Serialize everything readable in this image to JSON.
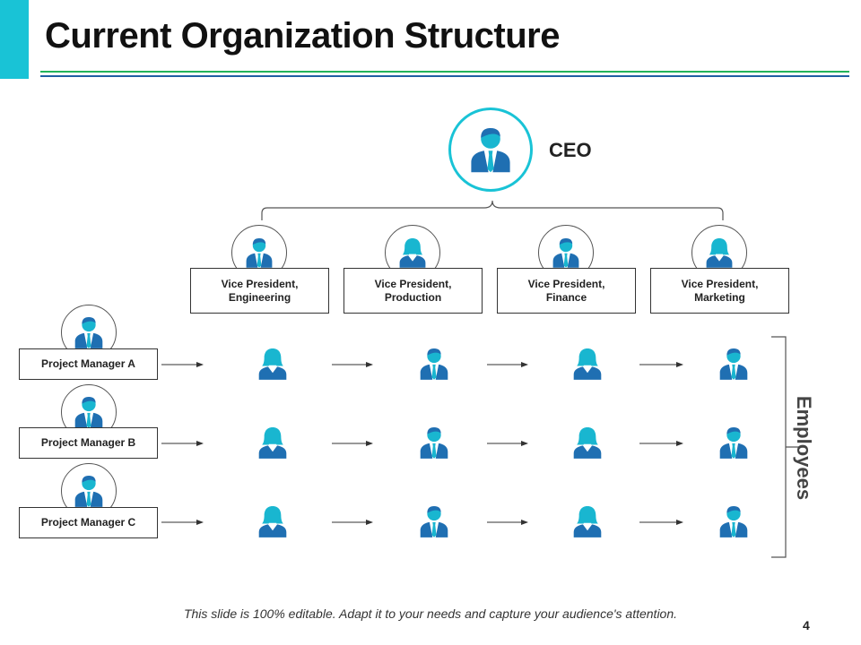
{
  "slide": {
    "title": "Current Organization Structure",
    "footer": "This slide is 100% editable. Adapt it to your needs and capture your audience's attention.",
    "page_number": "4"
  },
  "colors": {
    "accent": "#19c3d6",
    "icon_cyan": "#19b6d0",
    "icon_blue": "#1f6fb2",
    "rule_green": "#22b35a",
    "rule_blue": "#1f5fa3"
  },
  "ceo": {
    "label": "CEO",
    "icon": "male-person-icon"
  },
  "vice_presidents": [
    {
      "label": "Vice President,\nEngineering",
      "icon": "male-person-icon"
    },
    {
      "label": "Vice President,\nProduction",
      "icon": "female-person-icon"
    },
    {
      "label": "Vice President,\nFinance",
      "icon": "male-person-icon"
    },
    {
      "label": "Vice President,\nMarketing",
      "icon": "female-person-icon"
    }
  ],
  "project_managers": [
    {
      "label": "Project Manager A",
      "icon": "male-person-icon"
    },
    {
      "label": "Project Manager B",
      "icon": "male-person-icon"
    },
    {
      "label": "Project Manager C",
      "icon": "male-person-icon"
    }
  ],
  "employees": {
    "label": "Employees",
    "rows": [
      [
        "female-person-icon",
        "male-person-icon",
        "female-person-icon",
        "male-person-icon"
      ],
      [
        "female-person-icon",
        "male-person-icon",
        "female-person-icon",
        "male-person-icon"
      ],
      [
        "female-person-icon",
        "male-person-icon",
        "female-person-icon",
        "male-person-icon"
      ]
    ]
  }
}
